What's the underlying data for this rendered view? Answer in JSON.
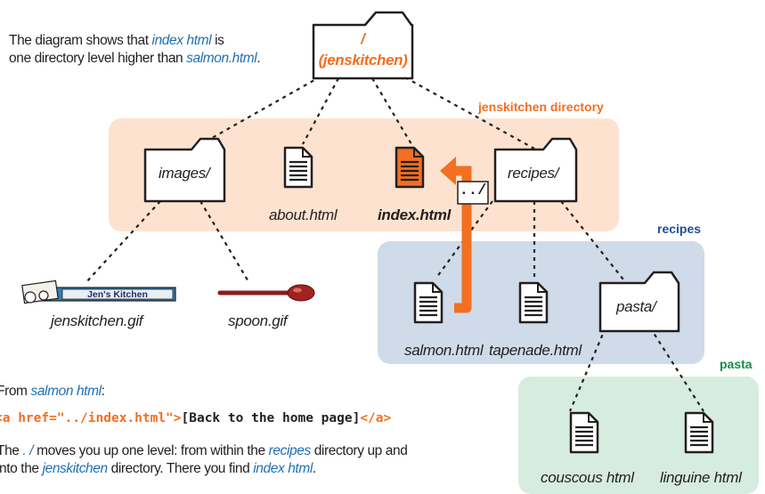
{
  "intro": {
    "line1_pre": "The diagram shows that ",
    "line1_link": "index html",
    "line1_post": " is",
    "line2_pre": "one directory level higher than ",
    "line2_link": "salmon.html",
    "line2_post": "."
  },
  "root": {
    "slash": "/",
    "name": "(jenskitchen)"
  },
  "regions": {
    "jenskitchen": "jenskitchen directory",
    "recipes": "recipes",
    "pasta": "pasta"
  },
  "nodes": {
    "images": "images/",
    "about": "about.html",
    "index": "index.html",
    "recipes": "recipes/",
    "jenskitchen_gif": "jenskitchen.gif",
    "spoon_gif": "spoon.gif",
    "salmon": "salmon.html",
    "tapenade": "tapenade.html",
    "pasta": "pasta/",
    "couscous": "couscous html",
    "linguine": "linguine html"
  },
  "logo_text": "Jen's Kitchen",
  "path_badge": "../",
  "explanation": {
    "from_pre": "From ",
    "from_link": "salmon html",
    "from_post": ":",
    "code_open": "<a href=\"../index.html\">",
    "code_text": "[Back to the home page]",
    "code_close": "</a>",
    "line1_pre": "The ",
    "line1_code": ". /",
    "line1_mid": " moves you up one level: from within the ",
    "line1_link": "recipes",
    "line1_post": " directory up and",
    "line2_pre": "into the ",
    "line2_link": "jenskitchen",
    "line2_mid": " directory. There you find ",
    "line2_link2": "index html",
    "line2_post": "."
  },
  "colors": {
    "jenskitchen_region": "#fde3cf",
    "recipes_region": "#cfdbe8",
    "pasta_region": "#d7ece0",
    "orange": "#f36f21",
    "navy": "#1f4e9a",
    "green": "#1a8a4a",
    "link_blue": "#1f6fb5"
  }
}
